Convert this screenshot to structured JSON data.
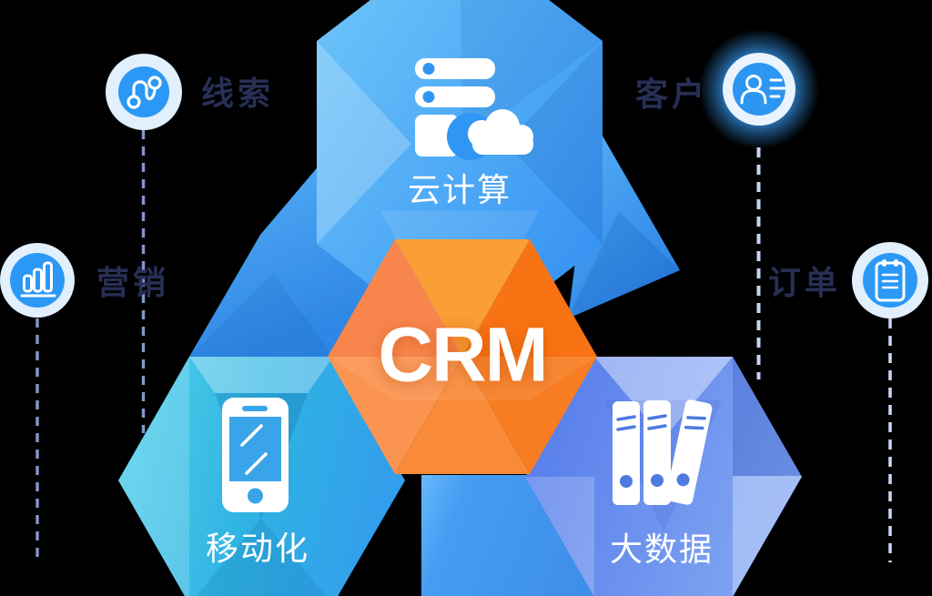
{
  "diagram": {
    "title": "CRM",
    "center": {
      "label": "CRM",
      "icon": "orange-hexagon"
    },
    "nodes": [
      {
        "id": "cloud",
        "label": "云计算",
        "icon": "cloud-server-icon"
      },
      {
        "id": "mobile",
        "label": "移动化",
        "icon": "smartphone-icon"
      },
      {
        "id": "bigdata",
        "label": "大数据",
        "icon": "binders-icon"
      }
    ],
    "satellites": [
      {
        "id": "leads",
        "label": "线索",
        "icon": "route-icon",
        "highlighted": false
      },
      {
        "id": "marketing",
        "label": "营销",
        "icon": "bar-chart-icon",
        "highlighted": false
      },
      {
        "id": "customer",
        "label": "客户",
        "icon": "user-card-icon",
        "highlighted": true
      },
      {
        "id": "order",
        "label": "订单",
        "icon": "clipboard-icon",
        "highlighted": false
      }
    ],
    "colors": {
      "background": "#000000",
      "hex_blue_light": "#72C9FA",
      "hex_blue_deep": "#2E8CF1",
      "hex_teal": "#4FD0EC",
      "hex_periwinkle": "#5E86EC",
      "orange_light": "#FA9E36",
      "orange_deep": "#F87313",
      "badge_core": "#2B98F5",
      "badge_halo": "#E2EFFC",
      "badge_glow": "#38A0FA",
      "satellite_text": "#272F55",
      "dash_dark": "#8497CB",
      "dash_light": "#C7D5F3",
      "white": "#FFFFFF"
    }
  }
}
